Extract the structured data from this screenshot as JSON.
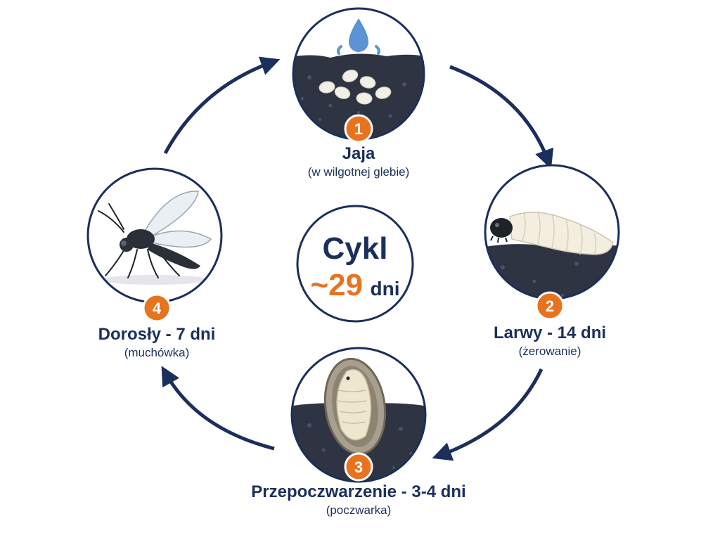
{
  "center": {
    "title": "Cykl",
    "value": "~29",
    "unit": "dni"
  },
  "stages": [
    {
      "number": "1",
      "title": "Jaja",
      "duration": "",
      "subtitle": "(w wilgotnej glebie)"
    },
    {
      "number": "2",
      "title": "Larwy",
      "duration": " - 14 dni",
      "subtitle": "(żerowanie)"
    },
    {
      "number": "3",
      "title": "Przepoczwarzenie",
      "duration": " - 3-4 dni",
      "subtitle": "(poczwarka)"
    },
    {
      "number": "4",
      "title": "Dorosły",
      "duration": " - 7 dni",
      "subtitle": "(muchówka)"
    }
  ],
  "colors": {
    "navy": "#1b2f5c",
    "orange": "#e8731f",
    "soil": "#2e3442",
    "water": "#5b93d6"
  },
  "icons": [
    "water-drop-icon",
    "eggs-icon",
    "larva-icon",
    "pupa-icon",
    "fungus-gnat-icon",
    "cycle-arrow-icon"
  ]
}
